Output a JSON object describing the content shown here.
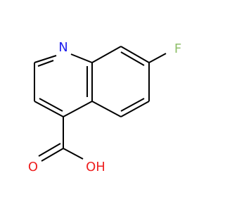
{
  "molecule": {
    "atoms": {
      "N": {
        "label": "N",
        "color": "#2020ee"
      },
      "F": {
        "label": "F",
        "color": "#8fbf6a"
      },
      "O1": {
        "label": "O",
        "color": "#ee2020"
      },
      "O2": {
        "label": "OH",
        "color": "#ee2020"
      }
    },
    "bond_color": "#000000"
  }
}
